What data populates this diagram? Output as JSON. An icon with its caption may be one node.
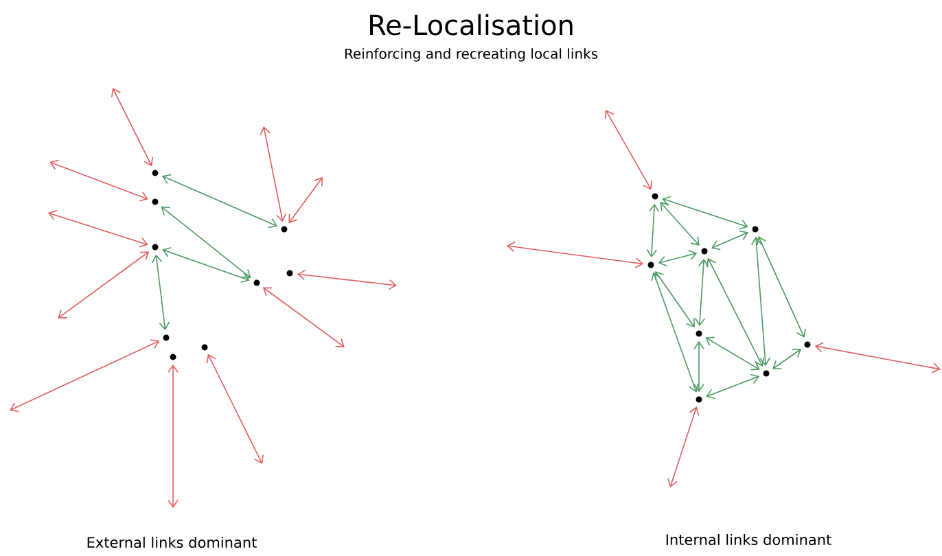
{
  "diagram": {
    "title": "Re-Localisation",
    "nodes": [
      {
        "text": [],
        "shape": "circle"
      },
      {
        "text": [],
        "shape": "circle"
      },
      {
        "text": [],
        "shape": "circle"
      },
      {
        "text": [],
        "shape": "circle"
      },
      {
        "text": [],
        "shape": "circle"
      },
      {
        "text": [],
        "shape": "circle"
      },
      {
        "text": [],
        "shape": "circle"
      },
      {
        "text": [],
        "shape": "circle"
      },
      {
        "text": [],
        "shape": "circle"
      },
      {
        "text": [],
        "shape": "circle"
      },
      {
        "text": [],
        "shape": "circle"
      },
      {
        "text": [],
        "shape": "circle"
      },
      {
        "text": [],
        "shape": "circle"
      },
      {
        "text": [],
        "shape": "circle"
      },
      {
        "text": [],
        "shape": "circle"
      },
      {
        "text": [],
        "shape": "circle"
      },
      {
        "text": [],
        "shape": "circle"
      }
    ],
    "edges": [
      {
        "from": 0,
        "to": 3,
        "arrow": "both"
      },
      {
        "from": 1,
        "to": 4,
        "arrow": "both"
      },
      {
        "from": 2,
        "to": 4,
        "arrow": "both"
      },
      {
        "from": 2,
        "to": 6,
        "arrow": "both"
      },
      {
        "from": null,
        "to": 0,
        "arrow": "both",
        "color": "#e25c5c"
      },
      {
        "from": null,
        "to": 1,
        "arrow": "both",
        "color": "#e25c5c"
      },
      {
        "from": null,
        "to": 2,
        "arrow": "both",
        "color": "#e25c5c"
      },
      {
        "from": null,
        "to": 2,
        "arrow": "both",
        "color": "#e25c5c"
      },
      {
        "from": null,
        "to": 3,
        "arrow": "both",
        "color": "#e25c5c"
      },
      {
        "from": null,
        "to": 3,
        "arrow": "both",
        "color": "#e25c5c"
      },
      {
        "from": null,
        "to": 5,
        "arrow": "both",
        "color": "#e25c5c"
      },
      {
        "from": null,
        "to": 4,
        "arrow": "both",
        "color": "#e25c5c"
      },
      {
        "from": null,
        "to": 6,
        "arrow": "both",
        "color": "#e25c5c"
      },
      {
        "from": null,
        "to": 7,
        "arrow": "both",
        "color": "#e25c5c"
      },
      {
        "from": null,
        "to": 8,
        "arrow": "both",
        "color": "#e25c5c"
      },
      {
        "from": 9,
        "to": 12,
        "arrow": "both"
      },
      {
        "from": 9,
        "to": 10,
        "arrow": "both"
      },
      {
        "from": 9,
        "to": 11,
        "arrow": "both"
      },
      {
        "from": 11,
        "to": 10,
        "arrow": "both"
      },
      {
        "from": 12,
        "to": 11,
        "arrow": "both"
      },
      {
        "from": 10,
        "to": 13,
        "arrow": "both"
      },
      {
        "from": 11,
        "to": 13,
        "arrow": "both"
      },
      {
        "from": 10,
        "to": 16,
        "arrow": "both"
      },
      {
        "from": 11,
        "to": 15,
        "arrow": "both"
      },
      {
        "from": 12,
        "to": 15,
        "arrow": "both"
      },
      {
        "from": 12,
        "to": 14,
        "arrow": "both"
      },
      {
        "from": 13,
        "to": 16,
        "arrow": "both"
      },
      {
        "from": 13,
        "to": 15,
        "arrow": "both"
      },
      {
        "from": 15,
        "to": 14,
        "arrow": "both"
      },
      {
        "from": 16,
        "to": 15,
        "arrow": "both"
      },
      {
        "from": null,
        "to": 9,
        "arrow": "both",
        "color": "#e25c5c"
      },
      {
        "from": null,
        "to": 10,
        "arrow": "both",
        "color": "#e25c5c"
      },
      {
        "from": null,
        "to": 14,
        "arrow": "both",
        "color": "#e25c5c"
      },
      {
        "from": null,
        "to": 16,
        "arrow": "both",
        "color": "#e25c5c"
      }
    ],
    "labels": [
      "Reinforcing and recreating local links",
      "External links dominant",
      "Internal links dominant"
    ]
  }
}
